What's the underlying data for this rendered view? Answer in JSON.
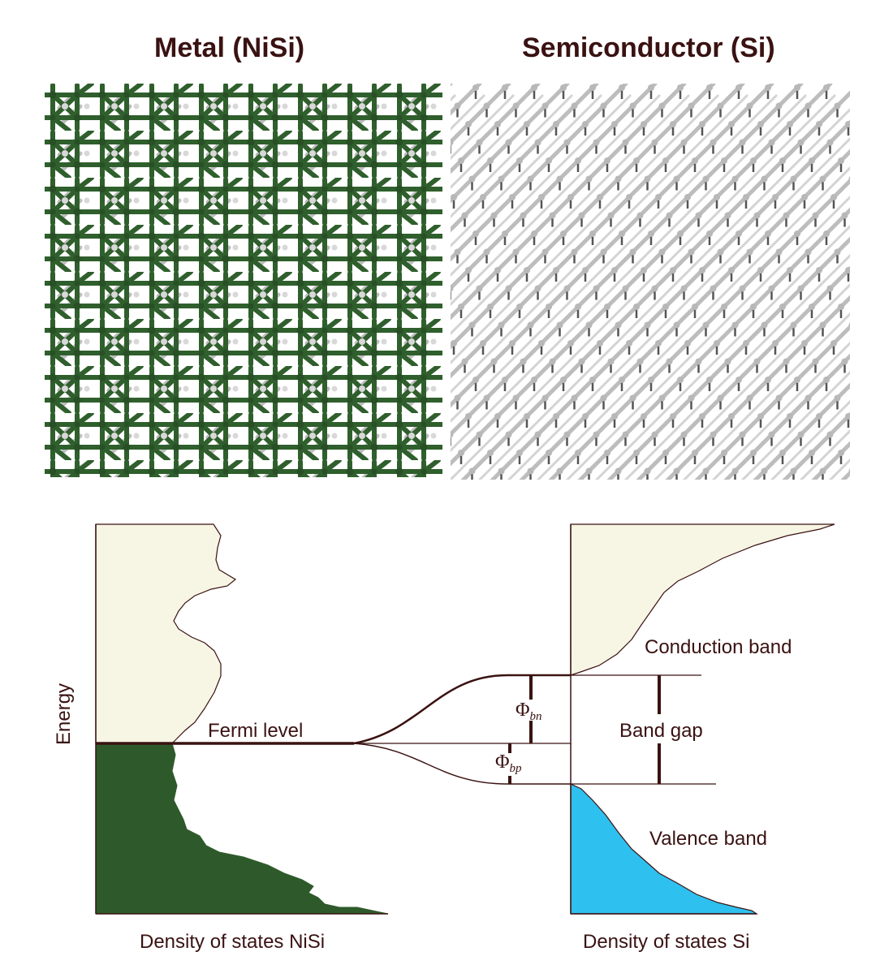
{
  "titles": {
    "left": "Metal (NiSi)",
    "right": "Semiconductor (Si)"
  },
  "labels": {
    "energy": "Energy",
    "fermi_level": "Fermi level",
    "band_gap": "Band gap",
    "conduction_band": "Conduction band",
    "valence_band": "Valence band",
    "dos_left": "Density of states NiSi",
    "dos_right": "Density of states Si",
    "phi_bn_symbol": "Φ",
    "phi_bn_sub": "bn",
    "phi_bp_symbol": "Φ",
    "phi_bp_sub": "bp"
  },
  "colors": {
    "title_text": "#3a1212",
    "nisi_green": "#2e5a2b",
    "si_gray": "#c8c8c8",
    "empty_states": "#f7f5e4",
    "valence_fill": "#2ec0ee",
    "line": "#3a1212"
  }
}
